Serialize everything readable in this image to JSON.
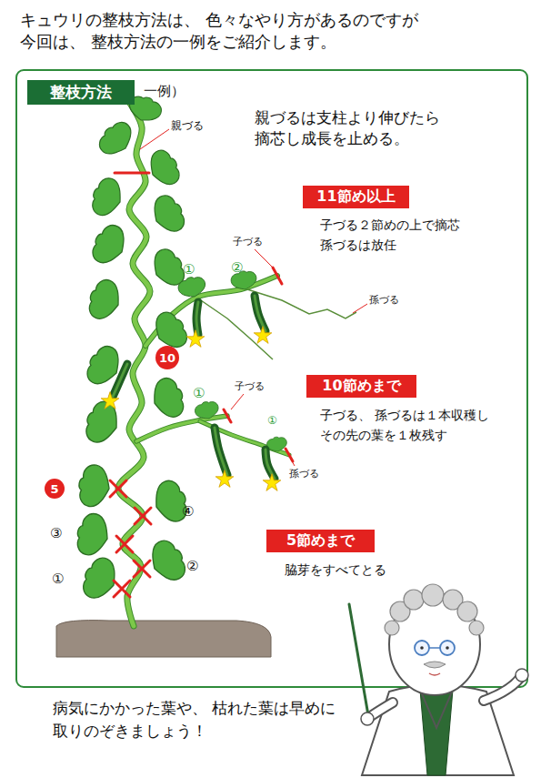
{
  "diagram": {
    "title": "キュウリの整枝方法は、 色々なやり方があるのですが 今回は、 整枝方法の一例をご紹介します。",
    "caption": "病気にかかった葉や、 枯れた葉は早めに 取りのぞきましょう！",
    "nodes": [
      {
        "text": [
          "整枝方法"
        ]
      },
      {
        "text": [
          "11節め以上"
        ]
      },
      {
        "text": [
          "10"
        ]
      },
      {
        "text": [
          "10節めまで"
        ]
      },
      {
        "text": [
          "5"
        ]
      },
      {
        "text": [
          "5節めまで"
        ]
      }
    ],
    "labels": [
      "一例）",
      "親づる",
      "親づるは支柱より伸びたら 摘芯し成長を止める。",
      "子づる２節めの上で摘芯 孫づるは放任",
      "子づる",
      "①",
      "②",
      "孫づる",
      "子づる",
      "①",
      "子づる、 孫づるは１本収穫し その先の葉を１枚残す",
      "①",
      "孫づる",
      "④",
      "③",
      "脇芽をすべてとる",
      "②",
      "①"
    ]
  }
}
